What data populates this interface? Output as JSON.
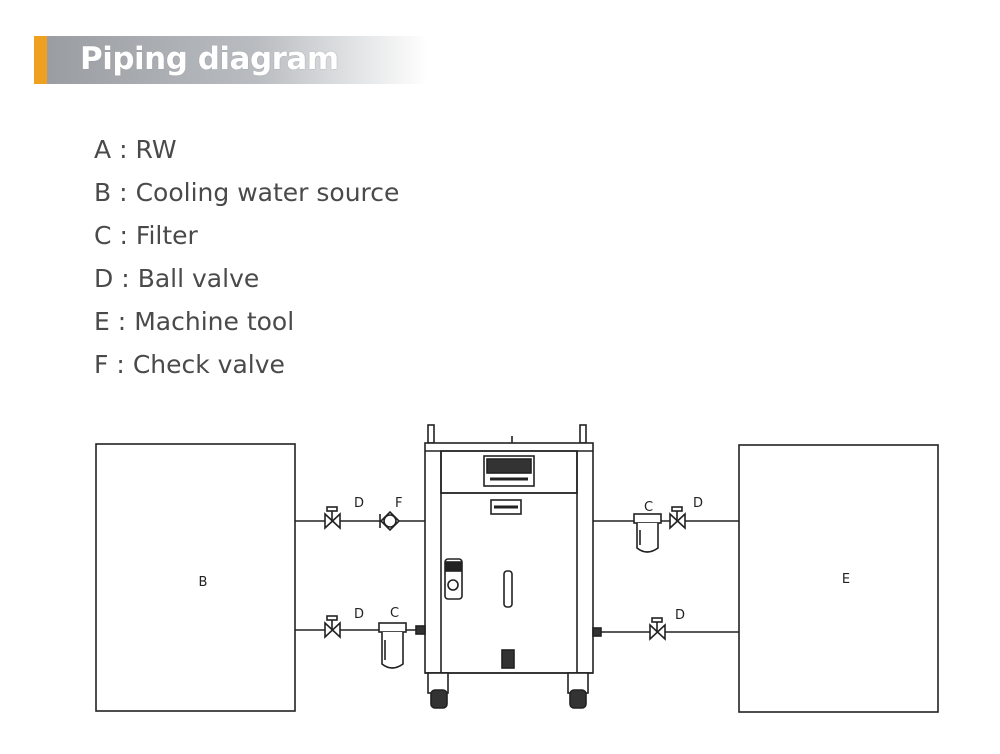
{
  "title": "Piping diagram",
  "legend": [
    {
      "key": "A",
      "label": "RW"
    },
    {
      "key": "B",
      "label": "Cooling water source"
    },
    {
      "key": "C",
      "label": "Filter"
    },
    {
      "key": "D",
      "label": "Ball valve"
    },
    {
      "key": "E",
      "label": "Machine tool"
    },
    {
      "key": "F",
      "label": "Check valve"
    }
  ],
  "legend_separator": ":",
  "colors": {
    "accent": "#f0a020",
    "line": "#222222",
    "text": "#4a4a4a"
  },
  "diagram": {
    "box_left": "B",
    "box_right": "E",
    "callouts": {
      "left_top_valve": "D",
      "left_top_check": "F",
      "left_bottom_valve": "D",
      "left_bottom_filter": "C",
      "right_top_filter": "C",
      "right_top_valve": "D",
      "right_bottom_valve": "D"
    }
  }
}
